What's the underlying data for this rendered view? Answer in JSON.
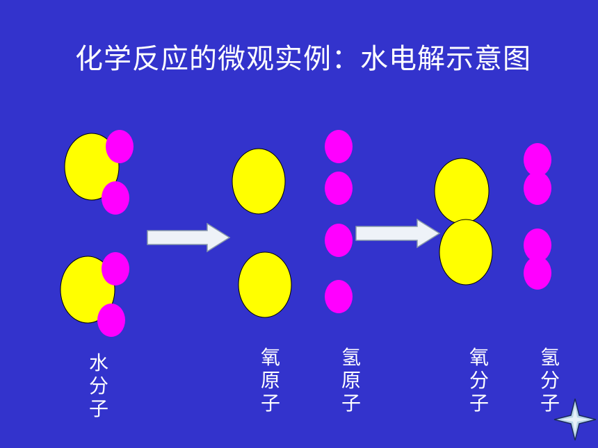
{
  "title": "化学反应的微观实例：水电解示意图",
  "labels": {
    "water_molecule": "水分子",
    "oxygen_atom": "氧原子",
    "hydrogen_atom": "氢原子",
    "oxygen_molecule": "氧分子",
    "hydrogen_molecule": "氢分子"
  },
  "colors": {
    "background": "#3333CC",
    "oxygen": "#FFFF00",
    "hydrogen": "#FF00FF",
    "arrow": "#EEF2F8",
    "text": "#FFFFFF"
  },
  "decoration": "star-icon"
}
